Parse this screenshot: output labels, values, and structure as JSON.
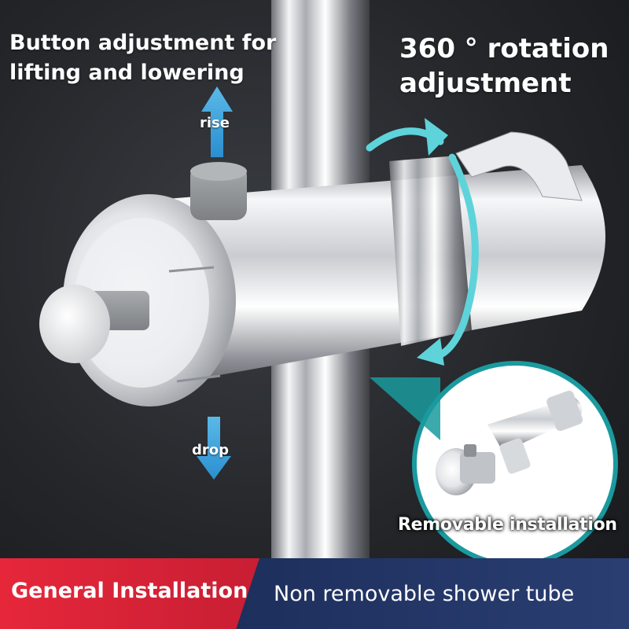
{
  "headline_left": "Button adjustment for lifting and lowering",
  "headline_right": "360 ° rotation adjustment",
  "arrow_up_label": "rise",
  "arrow_down_label": "drop",
  "inset_caption": "Removable installation",
  "banner": {
    "left_label": "General Installation",
    "right_label": "Non removable shower tube"
  },
  "colors": {
    "arrow_blue": "#3ea6dc",
    "rotation_cyan": "#5fd3da",
    "banner_red": "#e6273a",
    "banner_navy": "#1d2f5c",
    "inset_teal": "#1a9a9e"
  },
  "icons": [
    "arrow-up-icon",
    "arrow-down-icon",
    "rotation-arrow-icon"
  ]
}
